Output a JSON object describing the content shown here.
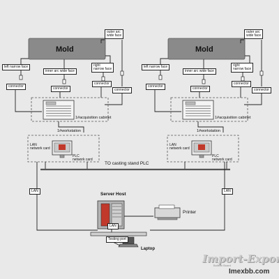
{
  "diagram": {
    "left_unit": {
      "mold": "Mold",
      "outer_arc_wide_face": "outer arc\nwide face",
      "left_narrow_face": "left narrow face",
      "inner_arc_wide_face": "inner arc wide face",
      "right_narrow_face": "right\nnarrow face",
      "connector": "connector",
      "acquisition_cabinet": "1#acquisition cabinet",
      "workstation": "1#workstation",
      "lan_network_card": "LAN\nnetwork card",
      "plc_network_card": "PLC\nnetwork card"
    },
    "right_unit": {
      "mold": "Mold",
      "outer_arc_wide_face": "outer arc\nwide face",
      "left_narrow_face": "left narrow face",
      "inner_arc_wide_face": "inner arc wide face",
      "right_narrow_face": "right\nnarrow face",
      "connector": "connector",
      "acquisition_cabinet": "1#acquisition cabinet",
      "workstation": "1#workstation",
      "lan_network_card": "LAN\nnetwork card",
      "plc_network_card": "PLC\nnetwork card"
    },
    "casting_stand": "TO casting stand PLC",
    "lan_left": "LAN",
    "lan_right": "LAN",
    "server_host": "Server Host",
    "printer": "Printer",
    "lan_center": "LAN",
    "testing_port": "Testing port",
    "laptop": "Laptop",
    "icons": {
      "cabinet": "acquisition-cabinet-icon",
      "workstation": "workstation-pc-icon",
      "server": "server-tower-icon",
      "printer": "printer-icon",
      "laptop": "laptop-icon"
    },
    "colors": {
      "mold_fill": "#8a8a8a",
      "dashed_group": "#555555",
      "line": "#222222",
      "server_red": "#c0392b"
    }
  },
  "watermark": {
    "title": "Import-Export",
    "subtitle": "Bulletin Board",
    "site": "Imexbb.com"
  }
}
